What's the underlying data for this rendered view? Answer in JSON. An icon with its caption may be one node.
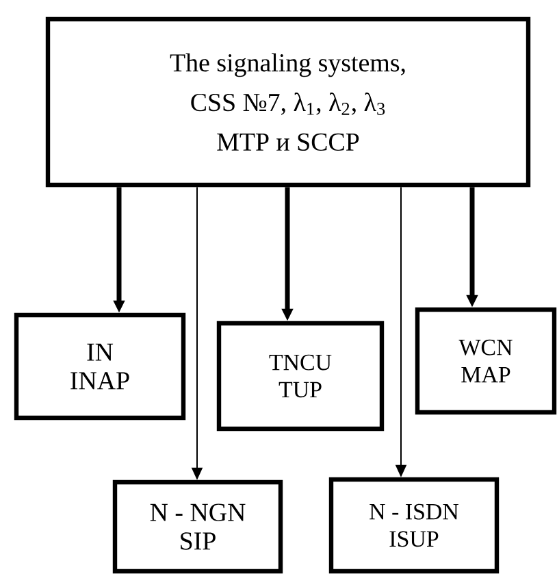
{
  "diagram": {
    "nodes": [
      {
        "text": [
          "The signaling systems,",
          "CSS №7, λ$_{1}$, λ$_{2}$, λ$_{3}$",
          "MTP и SCCP"
        ]
      },
      {
        "text": [
          "IN",
          "INAP"
        ]
      },
      {
        "text": [
          "N - NGN",
          "SIP"
        ]
      },
      {
        "text": [
          "TNCU",
          "TUP"
        ]
      },
      {
        "text": [
          "N - ISDN",
          "ISUP"
        ]
      },
      {
        "text": [
          "WCN",
          "MAP"
        ]
      }
    ],
    "edges": [
      {
        "from": 0,
        "to": 1,
        "arrow": "to"
      },
      {
        "from": 0,
        "to": 2,
        "arrow": "to"
      },
      {
        "from": 0,
        "to": 3,
        "arrow": "to"
      },
      {
        "from": 0,
        "to": 4,
        "arrow": "to"
      },
      {
        "from": 0,
        "to": 5,
        "arrow": "to"
      }
    ]
  }
}
